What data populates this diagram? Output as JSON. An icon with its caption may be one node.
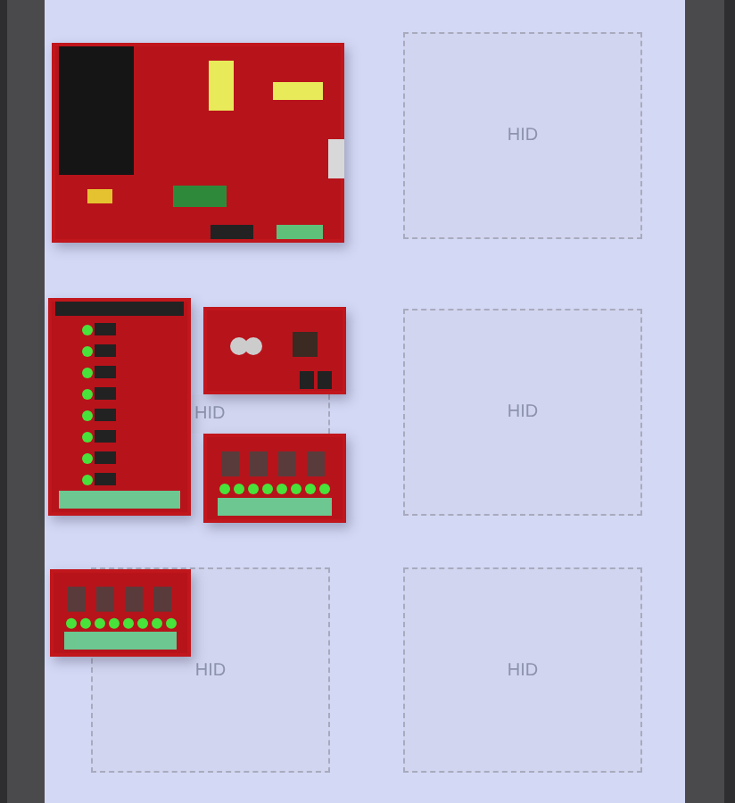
{
  "diagram": {
    "nodes": [
      {
        "text": [
          "HID"
        ]
      },
      {
        "text": [
          "HID"
        ]
      },
      {
        "text": [
          "HID"
        ]
      },
      {
        "text": [
          "HID"
        ]
      },
      {
        "text": [
          "HID"
        ]
      }
    ]
  }
}
